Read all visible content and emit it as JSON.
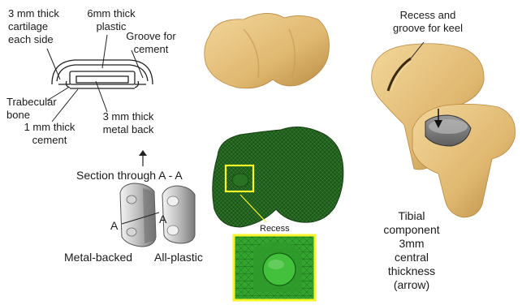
{
  "labels": {
    "cartilage": [
      "3 mm thick",
      "cartilage",
      "each side"
    ],
    "plastic": [
      "6mm thick",
      "plastic"
    ],
    "groove": [
      "Groove for",
      "cement"
    ],
    "trabecular": [
      "Trabecular",
      "bone"
    ],
    "cement": [
      "1 mm thick",
      "cement"
    ],
    "metal_back": [
      "3 mm thick",
      "metal back"
    ],
    "section": "Section through A - A",
    "section_a_left": "A",
    "section_a_right": "A",
    "metal_backed": "Metal-backed",
    "all_plastic": "All-plastic",
    "recess_femur": "Recess",
    "recess_keel": [
      "Recess and",
      "groove for keel"
    ],
    "tibial": [
      "Tibial",
      "component",
      "3mm",
      "central",
      "thickness",
      "(arrow)"
    ]
  },
  "colors": {
    "bone": "#e6c27e",
    "bone_shadow": "#b88a44",
    "mesh_green": "#1f5a1c",
    "mesh_highlight": "#39b034",
    "highlight_box": "#f5f52a",
    "implant_grey": "#9a9a9a",
    "implant_light": "#e8e8e8"
  }
}
